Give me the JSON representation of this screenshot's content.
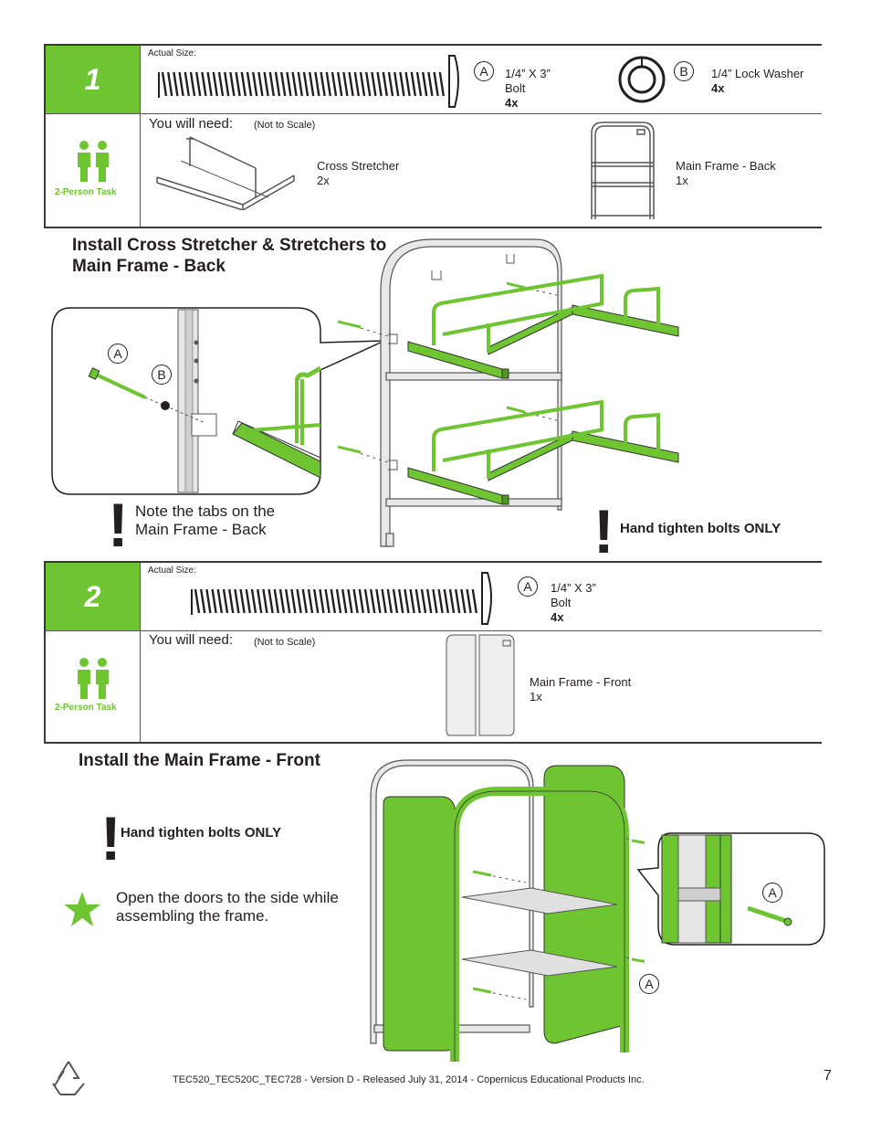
{
  "step1": {
    "number": "1",
    "actual_size": "Actual Size:",
    "partA": {
      "letter": "A",
      "line1": "1/4” X 3”",
      "line2": "Bolt",
      "qty": "4x"
    },
    "partB": {
      "letter": "B",
      "line1": "1/4” Lock Washer",
      "qty": "4x"
    },
    "you_will_need": "You will need:",
    "not_to_scale": "(Not to Scale)",
    "person_task": "2-Person Task",
    "item1": {
      "name": "Cross Stretcher",
      "qty": "2x"
    },
    "item2": {
      "name": "Main Frame - Back",
      "qty": "1x"
    },
    "heading_line1": "Install Cross Stretcher & Stretchers to",
    "heading_line2": "Main Frame - Back",
    "callout_A": "A",
    "callout_B": "B",
    "note_line1": "Note the tabs on the",
    "note_line2": "Main Frame - Back",
    "warning": "Hand tighten bolts ONLY",
    "bang": "!"
  },
  "step2": {
    "number": "2",
    "actual_size": "Actual Size:",
    "partA": {
      "letter": "A",
      "line1": "1/4” X 3”",
      "line2": "Bolt",
      "qty": "4x"
    },
    "you_will_need": "You will need:",
    "not_to_scale": "(Not to Scale)",
    "person_task": "2-Person Task",
    "item1": {
      "name": "Main Frame - Front",
      "qty": "1x"
    },
    "heading": "Install the Main Frame - Front",
    "warning": "Hand tighten bolts ONLY",
    "tip_line1": "Open the doors to the side while",
    "tip_line2": "assembling the frame.",
    "callout_A1": "A",
    "callout_A2": "A",
    "bang": "!"
  },
  "footer": {
    "text": "TEC520_TEC520C_TEC728 - Version D - Released July 31, 2014 - Copernicus Educational Products Inc.",
    "page": "7"
  },
  "colors": {
    "accent": "#6ec531",
    "dark": "#231f20",
    "frame": "#d9d9d9"
  }
}
